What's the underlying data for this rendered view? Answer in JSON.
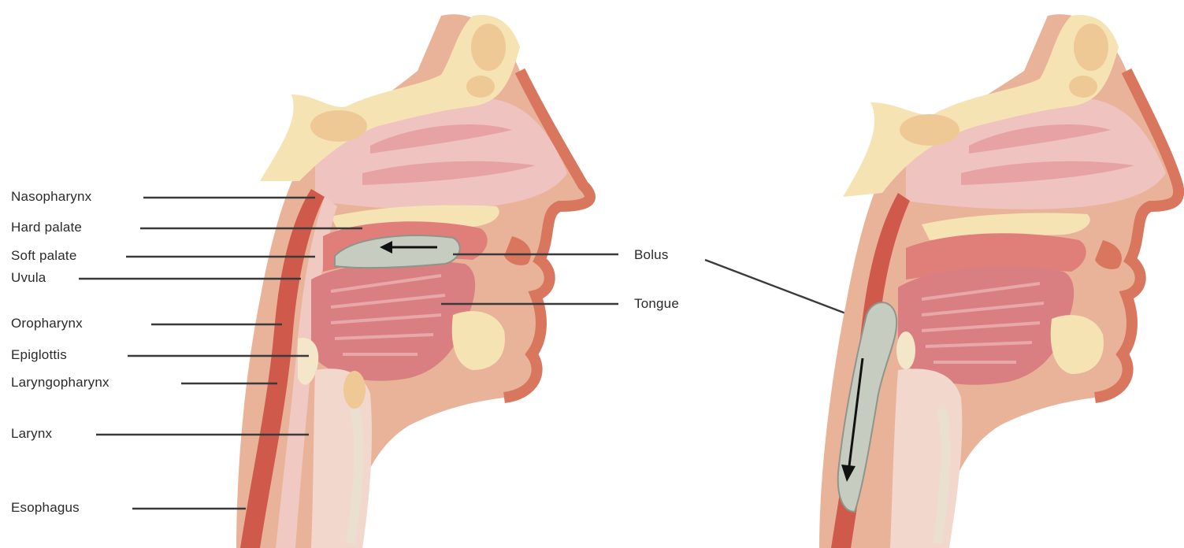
{
  "labels": {
    "nasopharynx": "Nasopharynx",
    "hard_palate": "Hard palate",
    "soft_palate": "Soft palate",
    "uvula": "Uvula",
    "oropharynx": "Oropharynx",
    "epiglottis": "Epiglottis",
    "laryngopharynx": "Laryngopharynx",
    "larynx": "Larynx",
    "esophagus": "Esophagus",
    "bolus": "Bolus",
    "tongue": "Tongue"
  },
  "colors": {
    "skin": "#e9b39a",
    "skin_dark": "#d9765e",
    "mucosa": "#e8a8a8",
    "muscle": "#d97f82",
    "bone": "#f6e3b4",
    "bone_dark": "#eec996",
    "bolus": "#c7ccc0",
    "pharynx_wall": "#cf5a4c",
    "leader_line": "#3a3a3a"
  }
}
